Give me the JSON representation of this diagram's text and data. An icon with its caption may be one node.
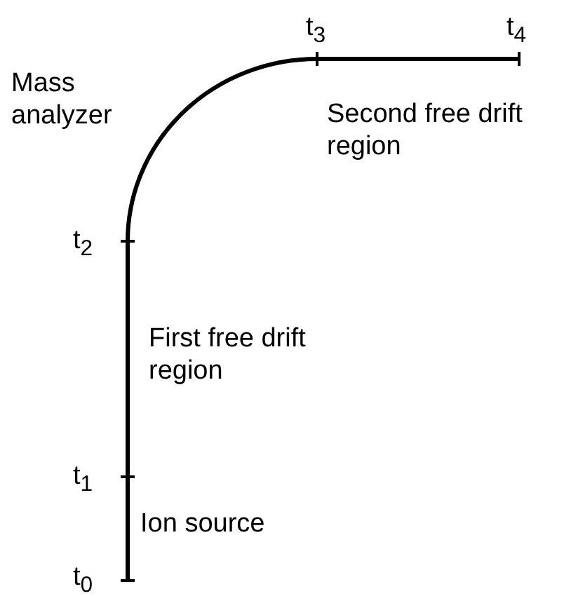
{
  "diagram": {
    "labels": [
      "t$_{3}$",
      "t$_{4}$",
      "Mass analyzer",
      "Second free drift region",
      "t$_{2}$",
      "First free drift region",
      "t$_{1}$",
      "Ion source",
      "t$_{0}$"
    ]
  }
}
